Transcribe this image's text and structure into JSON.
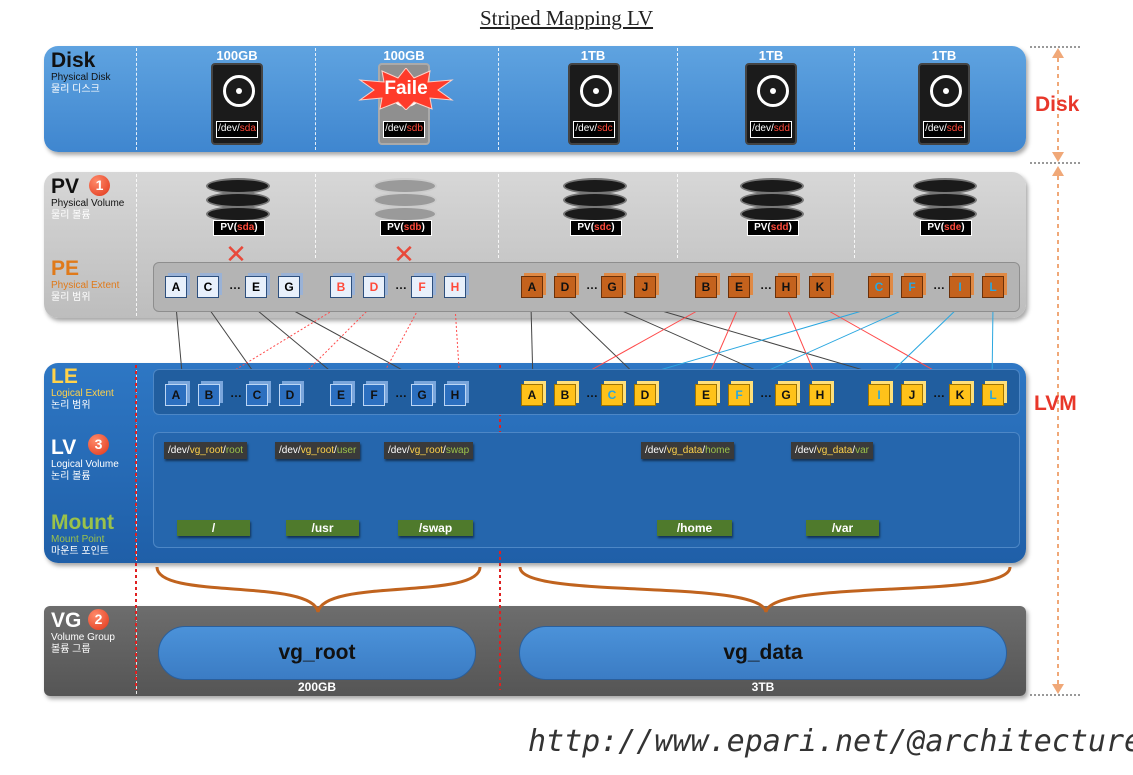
{
  "title": "Striped Mapping LV",
  "layers": {
    "disk": {
      "name": "Disk",
      "sub_en": "Physical Disk",
      "sub_ko": "물리 디스크"
    },
    "pv": {
      "name": "PV",
      "badge": "1",
      "sub_en": "Physical Volume",
      "sub_ko": "물리 볼륨"
    },
    "pe": {
      "name": "PE",
      "sub_en": "Physical Extent",
      "sub_ko": "물리 범위"
    },
    "le": {
      "name": "LE",
      "sub_en": "Logical Extent",
      "sub_ko": "논리 범위"
    },
    "lv": {
      "name": "LV",
      "badge": "3",
      "sub_en": "Logical Volume",
      "sub_ko": "논리 볼륨"
    },
    "mount": {
      "name": "Mount",
      "sub_en": "Mount Point",
      "sub_ko": "마운트 포인트"
    },
    "vg": {
      "name": "VG",
      "badge": "2",
      "sub_en": "Volume Group",
      "sub_ko": "볼륨 그룹"
    }
  },
  "disks": [
    {
      "size": "100GB",
      "dev_prefix": "/dev/",
      "dev_name": "sda",
      "failed": false
    },
    {
      "size": "100GB",
      "dev_prefix": "/dev/",
      "dev_name": "sdb",
      "failed": true
    },
    {
      "size": "1TB",
      "dev_prefix": "/dev/",
      "dev_name": "sdc",
      "failed": false
    },
    {
      "size": "1TB",
      "dev_prefix": "/dev/",
      "dev_name": "sdd",
      "failed": false
    },
    {
      "size": "1TB",
      "dev_prefix": "/dev/",
      "dev_name": "sde",
      "failed": false
    }
  ],
  "fail_label": "Faile",
  "pvs": [
    {
      "prefix": "PV(",
      "name": "sda",
      "suffix": ")"
    },
    {
      "prefix": "PV(",
      "name": "sdb",
      "suffix": ")"
    },
    {
      "prefix": "PV(",
      "name": "sdc",
      "suffix": ")"
    },
    {
      "prefix": "PV(",
      "name": "sdd",
      "suffix": ")"
    },
    {
      "prefix": "PV(",
      "name": "sde",
      "suffix": ")"
    }
  ],
  "pe_groups": [
    [
      "A",
      "C",
      "…",
      "E",
      "G"
    ],
    [
      "B",
      "D",
      "…",
      "F",
      "H"
    ],
    [
      "A",
      "D",
      "…",
      "G",
      "J"
    ],
    [
      "B",
      "E",
      "…",
      "H",
      "K"
    ],
    [
      "C",
      "F",
      "…",
      "I",
      "L"
    ]
  ],
  "le_groups": [
    [
      "A",
      "B",
      "…",
      "C",
      "D"
    ],
    [
      "E",
      "F",
      "…",
      "G",
      "H"
    ],
    [
      "A",
      "B",
      "…",
      "C",
      "D"
    ],
    [
      "E",
      "F",
      "…",
      "G",
      "H"
    ],
    [
      "I",
      "J",
      "…",
      "K",
      "L"
    ]
  ],
  "lvs": [
    {
      "prefix": "/dev/",
      "vg": "vg_root",
      "sep": "/",
      "lv": "root",
      "mount": "/"
    },
    {
      "prefix": "/dev/",
      "vg": "vg_root",
      "sep": "/",
      "lv": "user",
      "mount": "/usr"
    },
    {
      "prefix": "/dev/",
      "vg": "vg_root",
      "sep": "/",
      "lv": "swap",
      "mount": "/swap"
    },
    {
      "prefix": "/dev/",
      "vg": "vg_data",
      "sep": "/",
      "lv": "home",
      "mount": "/home"
    },
    {
      "prefix": "/dev/",
      "vg": "vg_data",
      "sep": "/",
      "lv": "var",
      "mount": "/var"
    }
  ],
  "vgs": [
    {
      "name": "vg_root",
      "size": "200GB"
    },
    {
      "name": "vg_data",
      "size": "3TB"
    }
  ],
  "side_labels": {
    "disk": "Disk",
    "lvm": "LVM"
  },
  "url": "http://www.epari.net/@architecture",
  "colors": {
    "disk_band": "#4a92d8",
    "pv_band": "#c8c8c8",
    "lvm_band": "#2768b6",
    "vg_band": "#606060",
    "pe_orange": "#c4621d",
    "le_yellow": "#ffc21a",
    "accent_red": "#e8372a"
  }
}
